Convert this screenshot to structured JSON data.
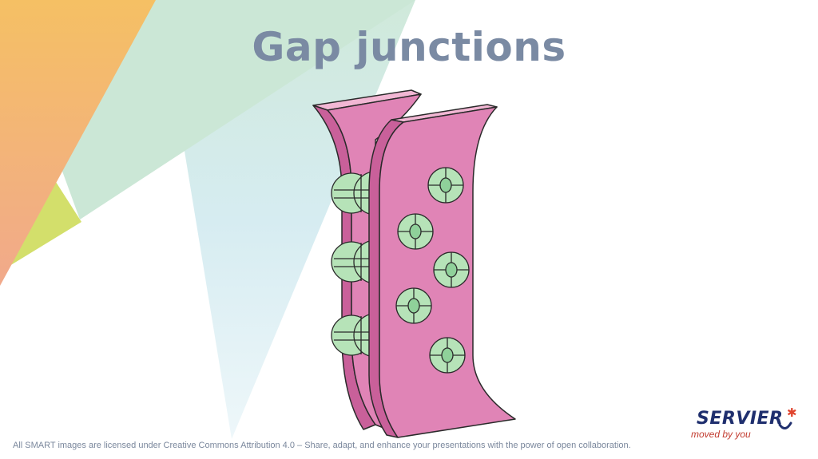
{
  "slide": {
    "title": "Gap junctions",
    "footer_text": "All SMART images are licensed under Creative Commons Attribution 4.0 – Share, adapt, and enhance your presentations with the power of open collaboration."
  },
  "logo": {
    "wordmark": "SERVIER",
    "tagline": "moved by you"
  },
  "colors": {
    "title": "#7a8aa3",
    "membrane": "#e084b6",
    "connexon": "#b6e3b8",
    "brand_navy": "#1f2f6e",
    "brand_red": "#c23b2f"
  }
}
